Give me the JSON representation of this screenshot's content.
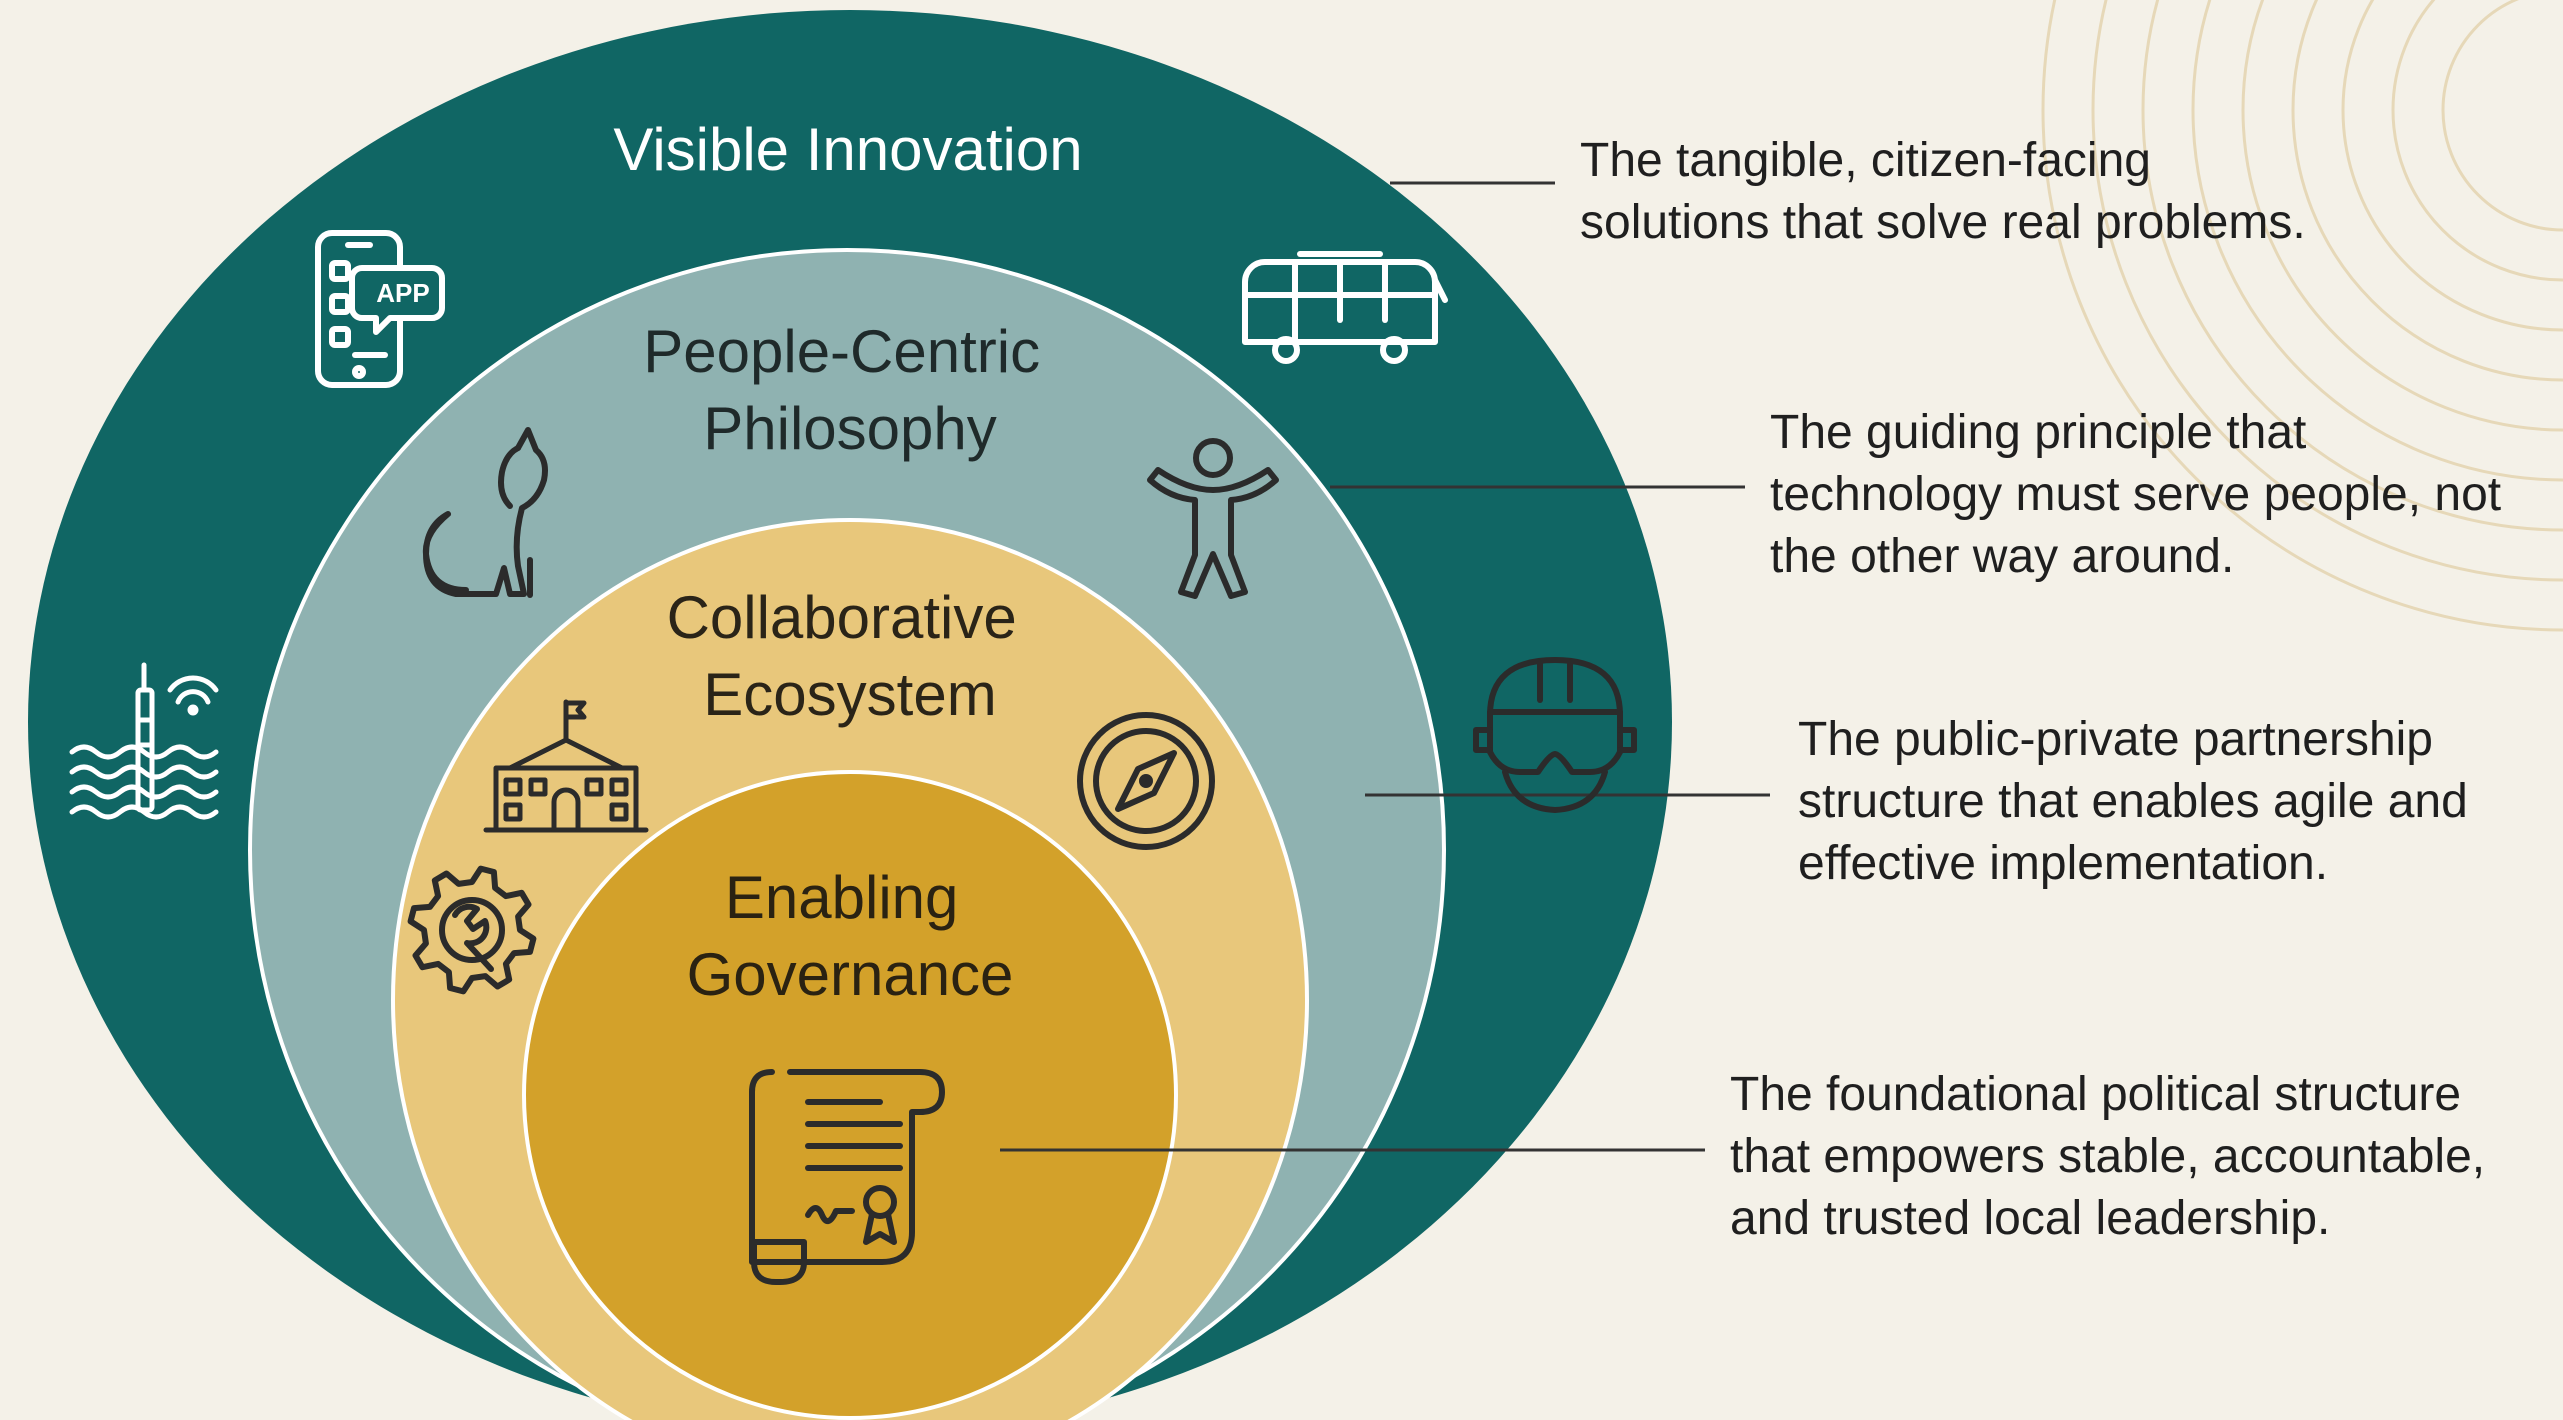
{
  "layers": [
    {
      "title_lines": [
        "Visible Innovation"
      ],
      "description_lines": [
        "The tangible, citizen-facing",
        "solutions that solve real problems."
      ],
      "color": "#106664",
      "text_color": "#ffffff"
    },
    {
      "title_lines": [
        "People-Centric",
        "Philosophy"
      ],
      "description_lines": [
        "The guiding principle that",
        "technology must serve people, not",
        "the other way around."
      ],
      "color": "#8fb2b1",
      "text_color": "#1f2a2a"
    },
    {
      "title_lines": [
        "Collaborative",
        "Ecosystem"
      ],
      "description_lines": [
        "The public-private partnership",
        "structure that enables agile and",
        "effective implementation."
      ],
      "color": "#e8c77b",
      "text_color": "#2a2418"
    },
    {
      "title_lines": [
        "Enabling",
        "Governance"
      ],
      "description_lines": [
        "The foundational political structure",
        "that empowers stable, accountable,",
        "and trusted local leadership."
      ],
      "color": "#d3a12a",
      "text_color": "#2a2212"
    }
  ],
  "icons": {
    "app_badge": "APP",
    "names": [
      "smartphone-app-icon",
      "bus-icon",
      "water-sensor-icon",
      "cat-icon",
      "accessibility-person-icon",
      "vr-headset-icon",
      "government-building-icon",
      "compass-icon",
      "gear-wrench-icon",
      "charter-scroll-icon"
    ]
  },
  "colors": {
    "background": "#f4f1e8",
    "icon_line_light": "#ffffff",
    "icon_line_dark": "#2b2b2b",
    "leader_line": "#333333",
    "decor_arcs": "#e6d8b8"
  }
}
